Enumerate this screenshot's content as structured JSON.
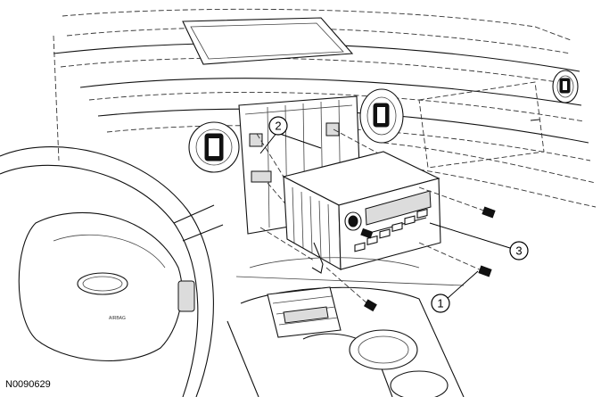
{
  "figure_id": "N0090629",
  "callouts": [
    {
      "number": "1",
      "part": "bolt"
    },
    {
      "number": "2",
      "part": "bolt"
    },
    {
      "number": "3",
      "part": "audio unit"
    }
  ],
  "embossed_text": {
    "steering_wheel_label": "AIRBAG"
  }
}
